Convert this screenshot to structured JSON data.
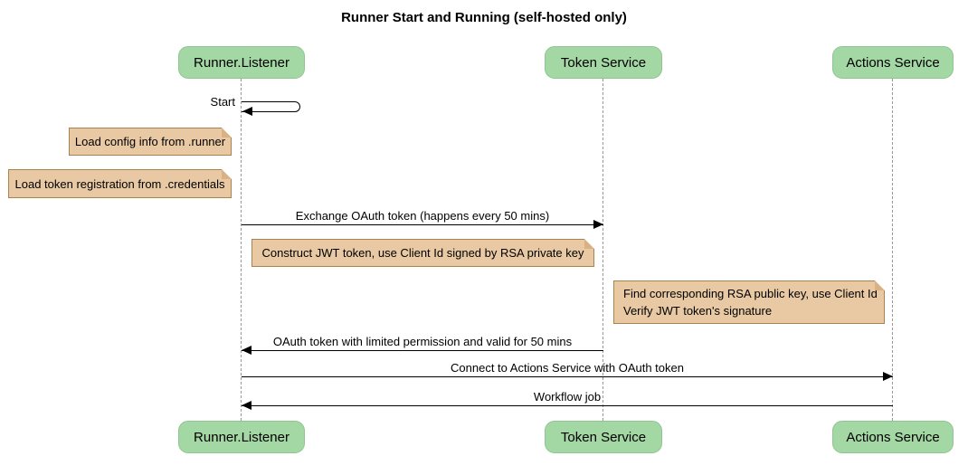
{
  "title": "Runner Start and Running (self-hosted only)",
  "participants": [
    {
      "label": "Runner.Listener"
    },
    {
      "label": "Token Service"
    },
    {
      "label": "Actions Service"
    }
  ],
  "messages": [
    {
      "type": "self",
      "from": "Runner.Listener",
      "to": "Runner.Listener",
      "label": "Start"
    },
    {
      "type": "solid-arrow",
      "from": "Runner.Listener",
      "to": "Token Service",
      "label": "Exchange OAuth token (happens every 50 mins)"
    },
    {
      "type": "solid-arrow",
      "from": "Token Service",
      "to": "Runner.Listener",
      "label": "OAuth token with limited permission and valid for 50 mins"
    },
    {
      "type": "solid-arrow",
      "from": "Runner.Listener",
      "to": "Actions Service",
      "label": "Connect to Actions Service with OAuth token"
    },
    {
      "type": "solid-arrow",
      "from": "Actions Service",
      "to": "Runner.Listener",
      "label": "Workflow job"
    }
  ],
  "notes": [
    {
      "position": "left of Runner.Listener",
      "text": "Load config info from .runner"
    },
    {
      "position": "left of Runner.Listener",
      "text": "Load token registration from .credentials"
    },
    {
      "position": "over Runner.Listener and Token Service",
      "text": "Construct JWT token, use Client Id signed by RSA private key"
    },
    {
      "position": "over Actions Service",
      "lines": [
        "Find corresponding RSA public key, use Client Id",
        "Verify JWT token's signature"
      ]
    }
  ],
  "colors": {
    "background": "#ffffff",
    "text": "#000000",
    "participant_fill": "#a3d7a3",
    "participant_border": "#90c490",
    "note_fill": "#e8c9a3",
    "note_border": "#a8824f",
    "note_fold": "#d9b183",
    "lifeline": "#999999",
    "message_line": "#000000"
  }
}
